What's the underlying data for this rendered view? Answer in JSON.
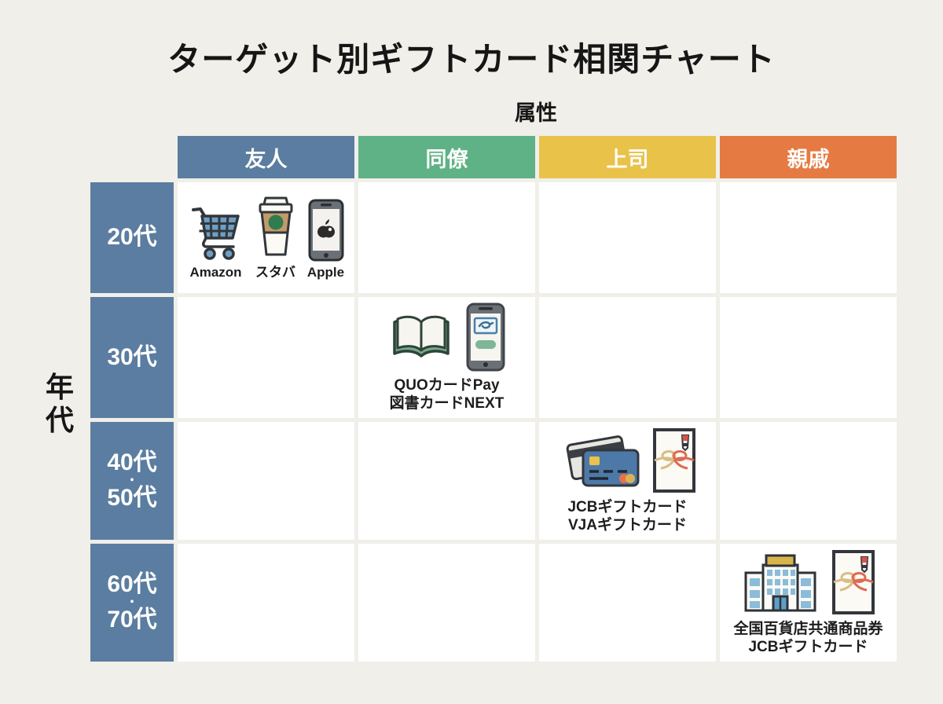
{
  "page": {
    "background_color": "#f0efe9",
    "cell_color": "#ffffff",
    "text_color": "#1d1d1d"
  },
  "title": "ターゲット別ギフトカード相関チャート",
  "axes": {
    "column_axis_label": "属性",
    "row_axis_label": "年代",
    "row_axis_char_1": "年",
    "row_axis_char_2": "代"
  },
  "row_header_color": "#5a7da1",
  "columns": [
    {
      "label": "友人",
      "color": "#5a7da1"
    },
    {
      "label": "同僚",
      "color": "#5fb286"
    },
    {
      "label": "上司",
      "color": "#e9c24a"
    },
    {
      "label": "親戚",
      "color": "#e57a43"
    }
  ],
  "rows": [
    {
      "label": "20代"
    },
    {
      "label": "30代"
    },
    {
      "label": "40代・50代",
      "line1": "40代",
      "separator": "・",
      "line2": "50代"
    },
    {
      "label": "60代・70代",
      "line1": "60代",
      "separator": "・",
      "line2": "70代"
    }
  ],
  "cells": {
    "friend_20s": {
      "items": [
        {
          "icon": "shopping-cart-icon",
          "label": "Amazon"
        },
        {
          "icon": "coffee-cup-icon",
          "label": "スタバ"
        },
        {
          "icon": "smartphone-apple-icon",
          "label": "Apple"
        }
      ]
    },
    "colleague_30s": {
      "icons": [
        "open-book-icon",
        "phone-pay-icon"
      ],
      "line1": "QUOカードPay",
      "line2": "図書カードNEXT"
    },
    "boss_40s_50s": {
      "icons": [
        "credit-cards-icon",
        "gift-envelope-icon"
      ],
      "line1": "JCBギフトカード",
      "line2": "VJAギフトカード"
    },
    "relatives_60s_70s": {
      "icons": [
        "department-store-icon",
        "gift-envelope-icon"
      ],
      "line1": "全国百貨店共通商品券",
      "line2": "JCBギフトカード"
    }
  },
  "chart_data": {
    "type": "table",
    "title": "ターゲット別ギフトカード相関チャート",
    "column_axis": "属性",
    "row_axis": "年代",
    "columns": [
      "友人",
      "同僚",
      "上司",
      "親戚"
    ],
    "rows": [
      "20代",
      "30代",
      "40代・50代",
      "60代・70代"
    ],
    "column_colors": [
      "#5a7da1",
      "#5fb286",
      "#e9c24a",
      "#e57a43"
    ],
    "matrix": [
      [
        [
          "Amazon",
          "スタバ",
          "Apple"
        ],
        [],
        [],
        []
      ],
      [
        [],
        [
          "QUOカードPay",
          "図書カードNEXT"
        ],
        [],
        []
      ],
      [
        [],
        [],
        [
          "JCBギフトカード",
          "VJAギフトカード"
        ],
        []
      ],
      [
        [],
        [],
        [],
        [
          "全国百貨店共通商品券",
          "JCBギフトカード"
        ]
      ]
    ],
    "legend_position": "none",
    "grid": true
  }
}
